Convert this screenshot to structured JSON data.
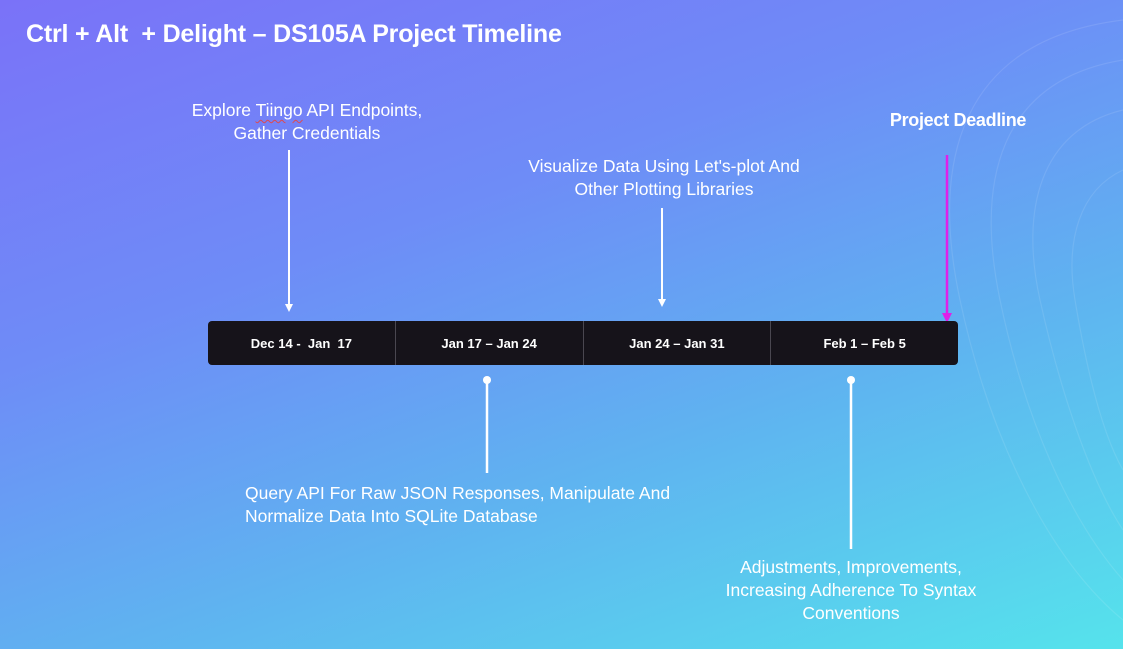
{
  "title": "Ctrl + Alt  + Delight – DS105A Project Timeline",
  "timeline": {
    "segments": [
      {
        "label": "Dec 14 -  Jan  17"
      },
      {
        "label": "Jan 17 – Jan 24"
      },
      {
        "label": "Jan 24 – Jan 31"
      },
      {
        "label": "Feb 1 – Feb 5"
      }
    ]
  },
  "notes": {
    "explore_line1_prefix": "Explore ",
    "explore_line1_word": "Tiingo",
    "explore_line1_suffix": " API Endpoints,",
    "explore_line2": "Gather Credentials",
    "query_line1": "Query API For Raw JSON Responses, Manipulate And",
    "query_line2": "Normalize Data Into SQLite Database",
    "visualize_line1": "Visualize Data Using Let's-plot And",
    "visualize_line2": "Other Plotting Libraries",
    "adjust_line1": "Adjustments, Improvements,",
    "adjust_line2": "Increasing Adherence To Syntax",
    "adjust_line3": "Conventions"
  },
  "deadline": {
    "label": "Project Deadline",
    "color": "#e020e8"
  },
  "colors": {
    "bar": "#16131a",
    "connector": "#ffffff",
    "gradient_start": "#7a72f8",
    "gradient_end": "#55e3ec"
  }
}
